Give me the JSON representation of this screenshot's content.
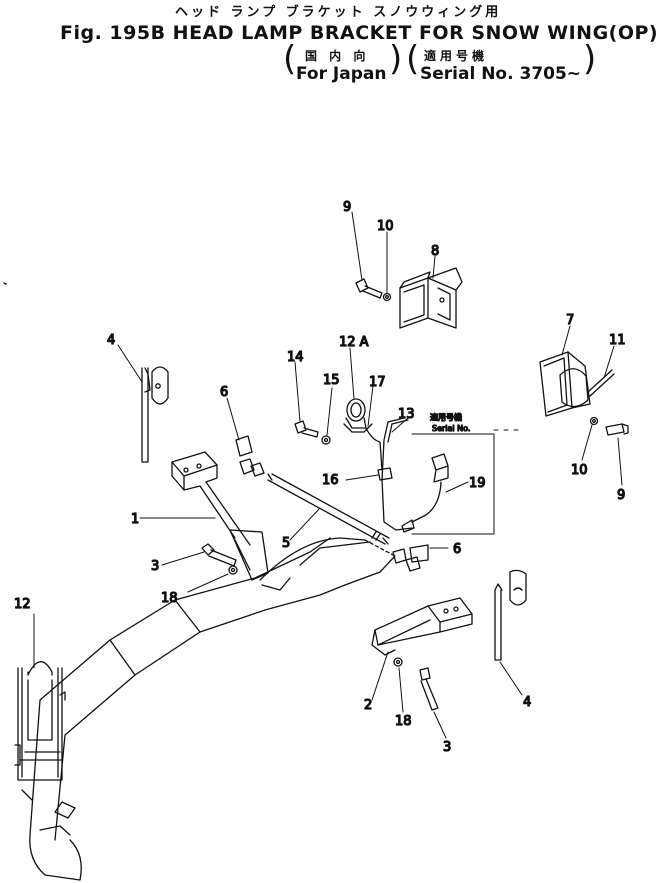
{
  "header": {
    "kana_title": "ヘッド ランプ ブラケット スノウウィング用",
    "fig_title": "Fig. 195B HEAD LAMP BRACKET FOR SNOW WING(OP)",
    "japan_kanji": "国 内 向",
    "japan_label": "For Japan",
    "serial_kanji": "適用号機",
    "serial_label": "Serial No. 3705~"
  },
  "callouts": {
    "c1": "1",
    "c2": "2",
    "c3a": "3",
    "c3b": "3",
    "c4a": "4",
    "c4b": "4",
    "c5": "5",
    "c6a": "6",
    "c6b": "6",
    "c7": "7",
    "c8": "8",
    "c9a": "9",
    "c9b": "9",
    "c10a": "10",
    "c10b": "10",
    "c11": "11",
    "c12": "12",
    "c12a": "12 A",
    "c13": "13",
    "c14": "14",
    "c15": "15",
    "c16": "16",
    "c17": "17",
    "c18a": "18",
    "c18b": "18",
    "c19": "19"
  },
  "inset": {
    "kanji": "適用号機",
    "label": "Serial No."
  }
}
